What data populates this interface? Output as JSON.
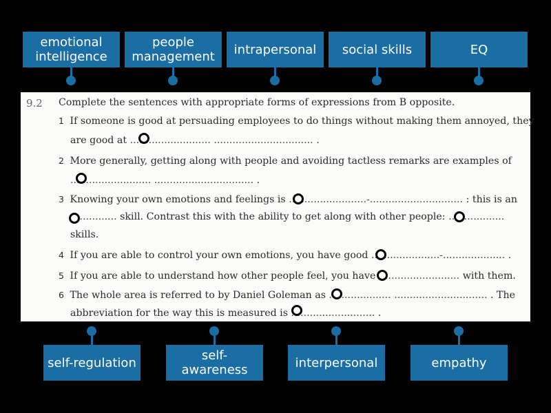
{
  "top_tiles": [
    {
      "label": "emotional intelligence"
    },
    {
      "label": "people management"
    },
    {
      "label": "intrapersonal"
    },
    {
      "label": "social skills"
    },
    {
      "label": "EQ"
    }
  ],
  "bottom_tiles": [
    {
      "label": "self-regulation"
    },
    {
      "label": "self-awareness"
    },
    {
      "label": "interpersonal"
    },
    {
      "label": "empathy"
    }
  ],
  "worksheet": {
    "exercise_number": "9.2",
    "instruction": "Complete the sentences with appropriate forms of expressions from B opposite.",
    "items": [
      {
        "number": "1",
        "line1": "If someone is good at persuading employees to do things without making them annoyed, they",
        "line2a": "are good at",
        "line2b": "."
      },
      {
        "number": "2",
        "line1": "More generally, getting along with people and avoiding tactless remarks are examples of",
        "line2b": "."
      },
      {
        "number": "3",
        "line1a": "Knowing your own emotions and feelings is",
        "line1b": ": this is an",
        "line2a": "skill.  Contrast this with the ability to get along with other people:",
        "line3": "skills."
      },
      {
        "number": "4",
        "line1a": "If you are able to control your own emotions, you have good",
        "line1b": "."
      },
      {
        "number": "5",
        "line1a": "If you are able to understand how other people feel, you have",
        "line1b": "with them."
      },
      {
        "number": "6",
        "line1a": "The whole area is referred to by Daniel Goleman as",
        "line1b": ". The",
        "line2a": "abbreviation for the way this is measured is",
        "line2b": "."
      }
    ]
  },
  "colors": {
    "tile": "#1a6ea3",
    "background": "#000000",
    "worksheet": "#fbfbf9"
  }
}
